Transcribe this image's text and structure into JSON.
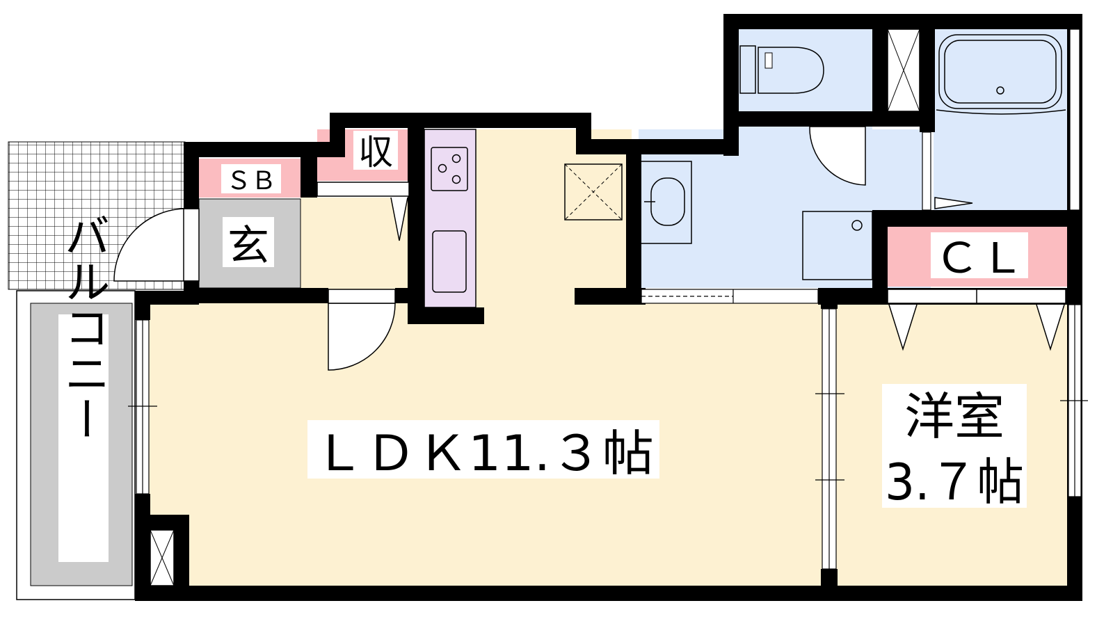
{
  "rooms": {
    "ldk": {
      "label": "ＬＤＫ11.３帖"
    },
    "western": {
      "name": "洋室",
      "size": "3.７帖"
    },
    "balcony": {
      "label": "バルコニー"
    },
    "entrance": {
      "label": "玄"
    },
    "shoebox": {
      "label": "ＳＢ"
    },
    "storage": {
      "label": "収"
    },
    "closet": {
      "label": "ＣＬ"
    }
  },
  "colors": {
    "floor": "#fdf1d2",
    "wet_area": "#dce9fb",
    "storage": "#fbbcc0",
    "kitchen": "#ecdcf3",
    "balcony": "#cbcbcb",
    "entrance": "#cbcbcb",
    "wall": "#000000"
  }
}
